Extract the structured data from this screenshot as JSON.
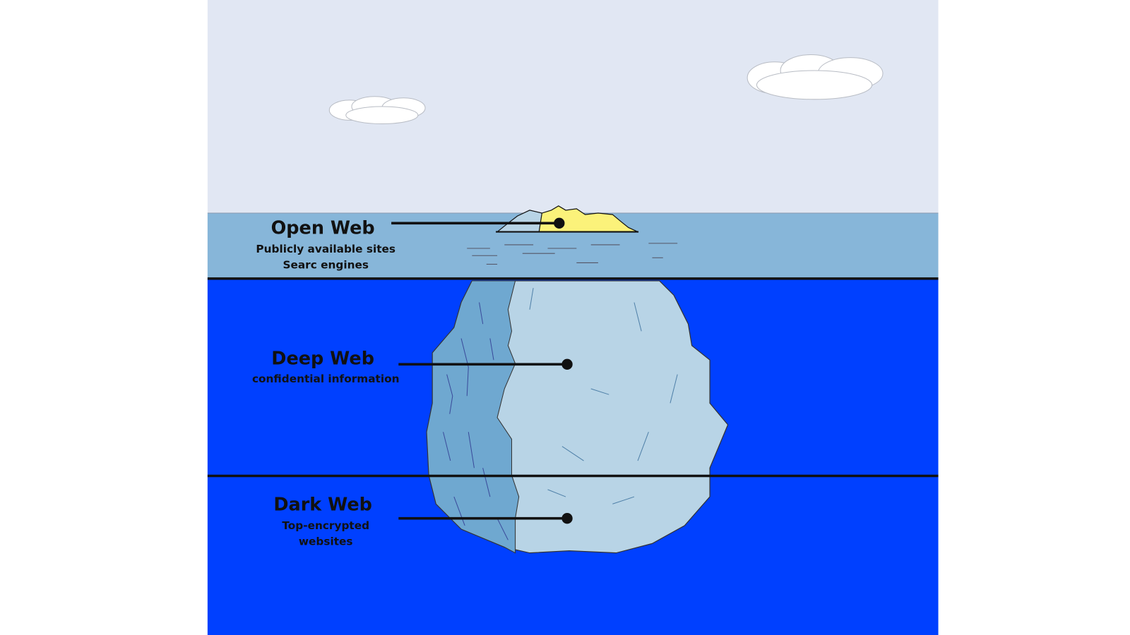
{
  "colors": {
    "sky": "#e1e7f3",
    "surface_water": "#87b6d9",
    "deep_water": "#0040ff",
    "ice_dark": "#6fa8d0",
    "ice_light": "#b8d4e6",
    "tip_yellow": "#fbf27a"
  },
  "layers": [
    {
      "title": "Open Web",
      "lines": [
        "Publicly available sites",
        "Searc engines"
      ]
    },
    {
      "title": "Deep Web",
      "lines": [
        "confidential information"
      ]
    },
    {
      "title": "Dark Web",
      "lines": [
        "Top-encrypted",
        "websites"
      ]
    }
  ]
}
